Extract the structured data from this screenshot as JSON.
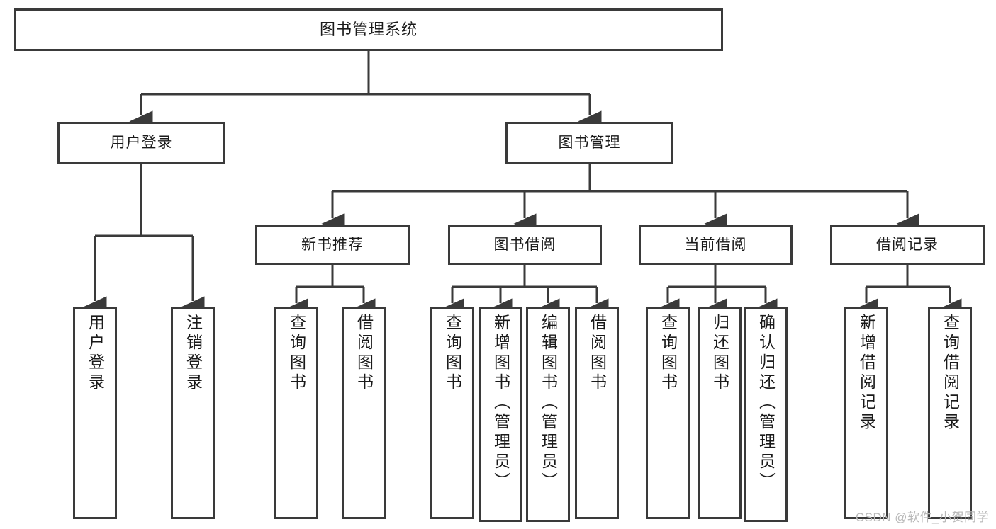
{
  "diagram": {
    "title": "图书管理系统",
    "type": "hierarchy-tree",
    "colors": {
      "background": "#ffffff",
      "border": "#3a3a3a",
      "text": "#1a1a1a",
      "watermark": "#b9b9b9"
    },
    "root": {
      "label": "图书管理系统"
    },
    "level1": [
      {
        "label": "用户登录"
      },
      {
        "label": "图书管理"
      }
    ],
    "level2": [
      {
        "label": "新书推荐"
      },
      {
        "label": "图书借阅"
      },
      {
        "label": "当前借阅"
      },
      {
        "label": "借阅记录"
      }
    ],
    "leaves": {
      "user_login": [
        {
          "label": "用户登录"
        },
        {
          "label": "注销登录"
        }
      ],
      "new_book_recommend": [
        {
          "label": "查询图书"
        },
        {
          "label": "借阅图书"
        }
      ],
      "book_borrow": [
        {
          "label": "查询图书"
        },
        {
          "label": "新增图书（管理员）"
        },
        {
          "label": "编辑图书（管理员）"
        },
        {
          "label": "借阅图书"
        }
      ],
      "current_borrow": [
        {
          "label": "查询图书"
        },
        {
          "label": "归还图书"
        },
        {
          "label": "确认归还（管理员）"
        }
      ],
      "borrow_record": [
        {
          "label": "新增借阅记录"
        },
        {
          "label": "查询借阅记录"
        }
      ]
    }
  },
  "watermark": {
    "text": "CSDN @软件_小贺同学"
  }
}
